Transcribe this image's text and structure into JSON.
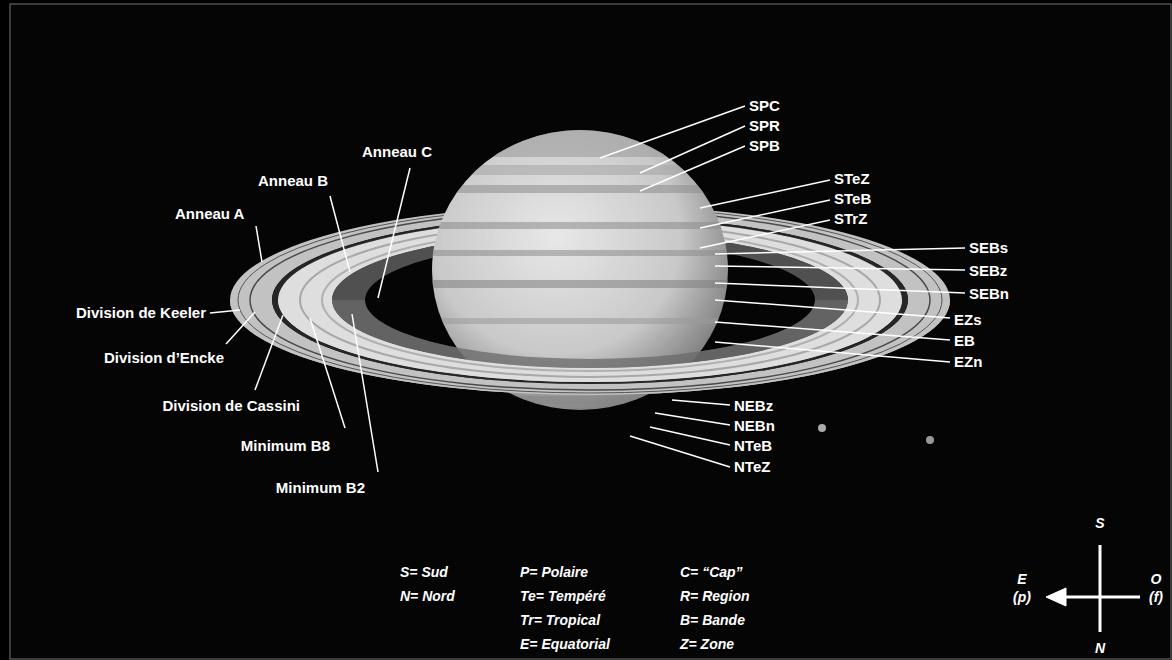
{
  "diagram": {
    "labels": [
      "Anneau C",
      "Anneau B",
      "Anneau A",
      "Division de Keeler",
      "Division d’Encke",
      "Division de Cassini",
      "Minimum B8",
      "Minimum B2",
      "SPC",
      "SPR",
      "SPB",
      "STeZ",
      "STeB",
      "STrZ",
      "SEBs",
      "SEBz",
      "SEBn",
      "EZs",
      "EB",
      "EZn",
      "NEBz",
      "NEBn",
      "NTeB",
      "NTeZ",
      "S= Sud",
      "N= Nord",
      "P= Polaire",
      "Te= Tempéré",
      "Tr= Tropical",
      "E= Equatorial",
      "C= “Cap”",
      "R= Region",
      "B= Bande",
      "Z= Zone",
      "S",
      "E",
      "(p)",
      "O",
      "(f)",
      "N"
    ]
  }
}
